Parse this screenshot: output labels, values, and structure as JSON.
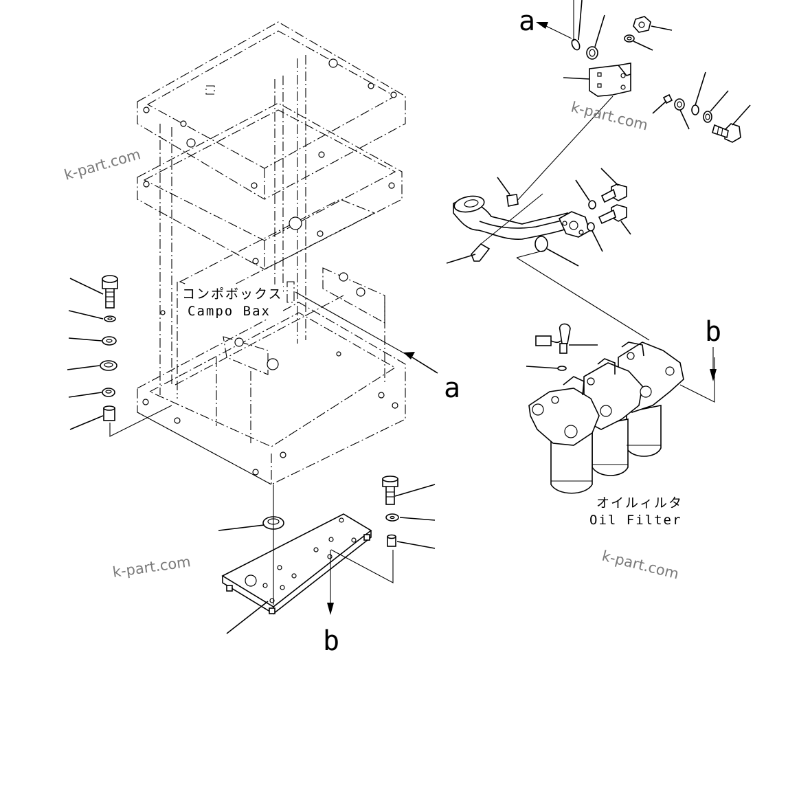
{
  "labels": {
    "callout_a_top": "a",
    "callout_a_mid": "a",
    "callout_b_right": "b",
    "callout_b_bottom": "b"
  },
  "captions": {
    "compo_box_jp": "コンポボックス",
    "compo_box_en": "Campo Bax",
    "oil_filter_jp": "オイルィルタ",
    "oil_filter_en": "Oil Filter"
  },
  "watermarks": [
    "k-part.com",
    "k-part.com",
    "k-part.com",
    "k-part.com"
  ]
}
